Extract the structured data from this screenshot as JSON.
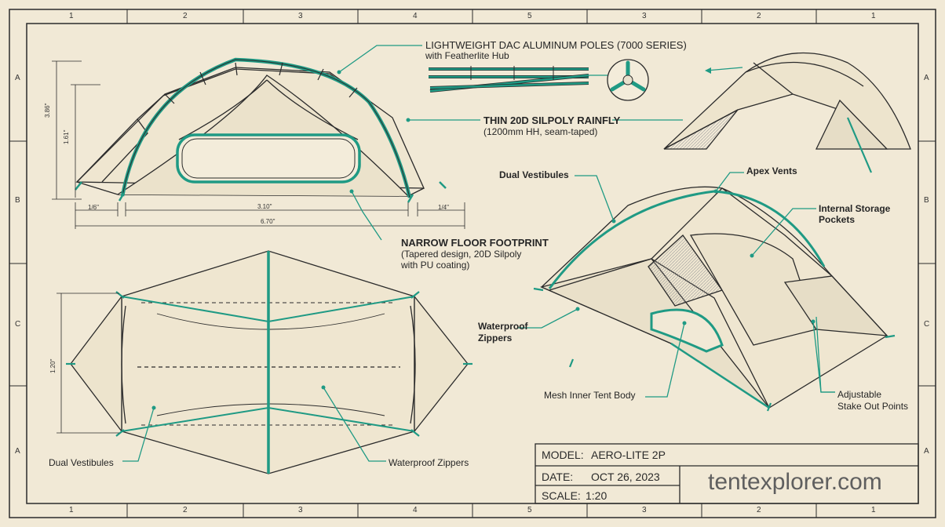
{
  "colors": {
    "paper": "#f1e9d6",
    "ink": "#2b2b2b",
    "accent": "#1f9a84"
  },
  "grid": {
    "top": [
      "1",
      "2",
      "3",
      "4",
      "5",
      "3",
      "2",
      "1"
    ],
    "bottom": [
      "1",
      "2",
      "3",
      "4",
      "5",
      "3",
      "2",
      "1"
    ],
    "left": [
      "A",
      "B",
      "C",
      "A"
    ],
    "right": [
      "A",
      "B",
      "C",
      "A"
    ]
  },
  "callouts": {
    "poles_title": "LIGHTWEIGHT DAC ALUMINUM POLES (7000 SERIES)",
    "poles_sub": "with Featherlite Hub",
    "rainfly_title": "THIN 20D SILPOLY RAINFLY",
    "rainfly_sub": "(1200mm HH, seam-taped)",
    "floor_title": "NARROW FLOOR FOOTPRINT",
    "floor_sub1": "(Tapered design, 20D Silpoly",
    "floor_sub2": "with PU coating)",
    "dual_vestibules_top": "Dual Vestibules",
    "apex_vents": "Apex Vents",
    "storage1": "Internal Storage",
    "storage2": "Pockets",
    "zippers1": "Waterproof",
    "zippers2": "Zippers",
    "mesh_body": "Mesh Inner Tent Body",
    "stake1": "Adjustable",
    "stake2": "Stake Out Points",
    "dual_vestibules_bottom": "Dual Vestibules",
    "waterproof_zippers_bottom": "Waterproof Zippers"
  },
  "dimensions": {
    "height_outer": "3.86\"",
    "height_inner": "1.61\"",
    "vestibule_left": "1/6\"",
    "inner_length": "3.10\"",
    "vestibule_right": "1/4\"",
    "total_length": "6.70\"",
    "plan_width": "1.20\""
  },
  "title_block": {
    "model_label": "MODEL:",
    "model_value": "AERO-LITE 2P",
    "date_label": "DATE:",
    "date_value": "OCT 26, 2023",
    "scale_label": "SCALE:",
    "scale_value": "1:20",
    "watermark": "tentexplorer.com"
  }
}
